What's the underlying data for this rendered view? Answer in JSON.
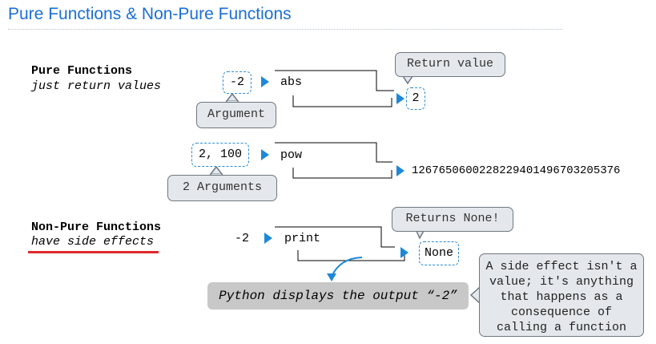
{
  "title": "Pure Functions & Non-Pure Functions",
  "pure": {
    "heading": "Pure Functions",
    "subheading": "just return values",
    "abs_example": {
      "argument": "-2",
      "function": "abs",
      "result": "2",
      "argument_callout": "Argument",
      "return_callout": "Return value"
    },
    "pow_example": {
      "arguments": "2, 100",
      "function": "pow",
      "result": "1267650600228229401496703205376",
      "arguments_callout": "2 Arguments"
    }
  },
  "nonpure": {
    "heading": "Non-Pure Functions",
    "subheading": "have side effects",
    "print_example": {
      "argument": "-2",
      "function": "print",
      "result": "None",
      "returns_callout": "Returns None!",
      "display_banner": "Python displays the output “-2”"
    }
  },
  "side_effect_note": [
    "A side effect isn't a",
    "value; it's anything",
    "that happens as a",
    "consequence of",
    "calling a function"
  ],
  "colors": {
    "title": "#1a6fd6",
    "arrow_blue": "#1e88d8",
    "dashed_border": "#2d8bd6",
    "callout_fill": "#e4e8ec",
    "banner_fill": "#c8c8c8",
    "underline_red": "#e02b2b"
  }
}
